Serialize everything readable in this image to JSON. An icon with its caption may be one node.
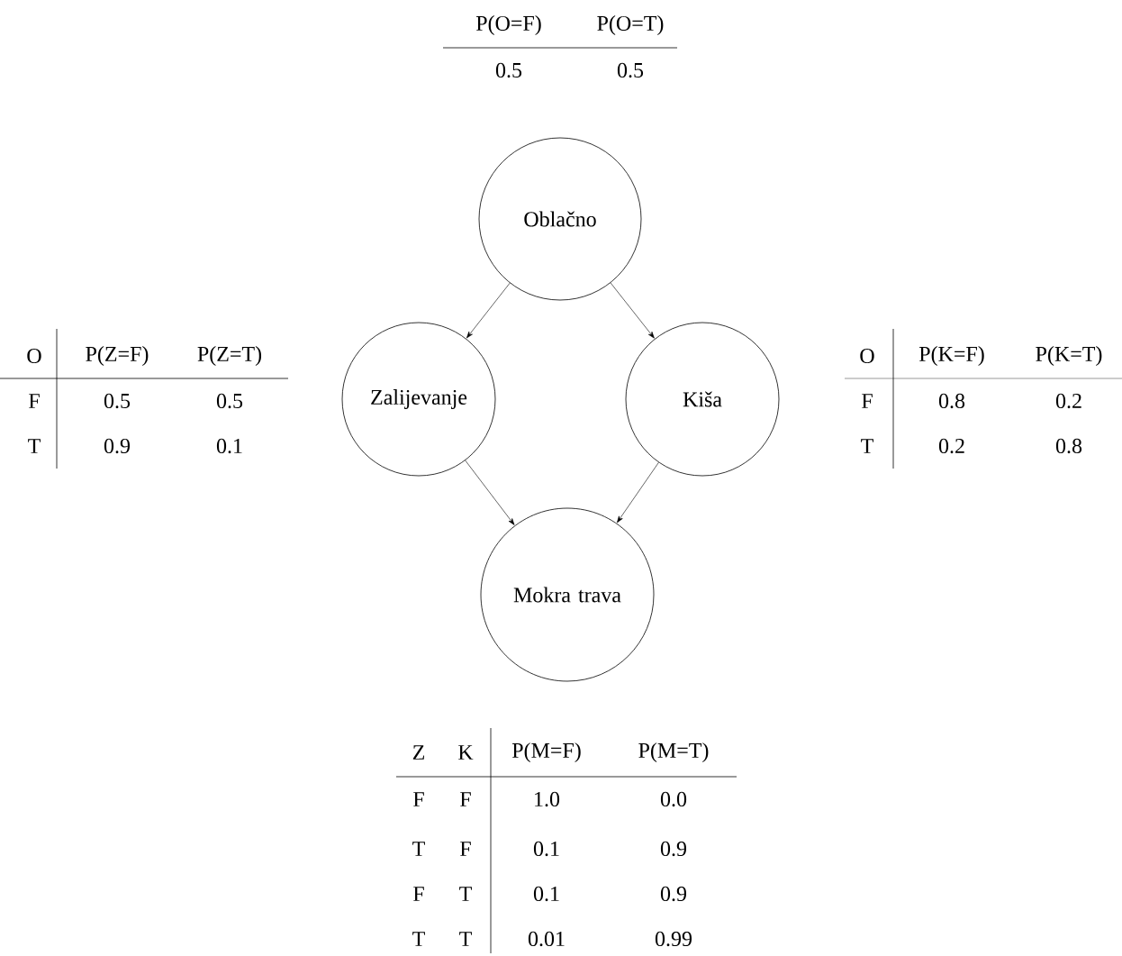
{
  "diagram": {
    "nodes": [
      {
        "text": [
          "Oblačno"
        ]
      },
      {
        "text": [
          "Zalijevanje"
        ]
      },
      {
        "text": [
          "Kiša"
        ]
      },
      {
        "text": [
          "Mokra trava"
        ]
      }
    ],
    "edges": [
      {
        "from": 0,
        "to": 1,
        "arrow": "to"
      },
      {
        "from": 0,
        "to": 2,
        "arrow": "to"
      },
      {
        "from": 1,
        "to": 3,
        "arrow": "to"
      },
      {
        "from": 2,
        "to": 3,
        "arrow": "to"
      }
    ],
    "labels": [
      "P(O=F)",
      "P(O=T)",
      "0.5",
      "0.5",
      "O",
      "P(Z=F)",
      "P(Z=T)",
      "F",
      "0.5",
      "0.5",
      "T",
      "0.9",
      "0.1",
      "O",
      "P(K=F)",
      "P(K=T)",
      "F",
      "0.8",
      "0.2",
      "T",
      "0.2",
      "0.8",
      "Z",
      "K",
      "P(M=F)",
      "P(M=T)",
      "F",
      "F",
      "1.0",
      "0.0",
      "T",
      "F",
      "0.1",
      "0.9",
      "F",
      "T",
      "0.1",
      "0.9",
      "T",
      "T",
      "0.01",
      "0.99"
    ]
  }
}
